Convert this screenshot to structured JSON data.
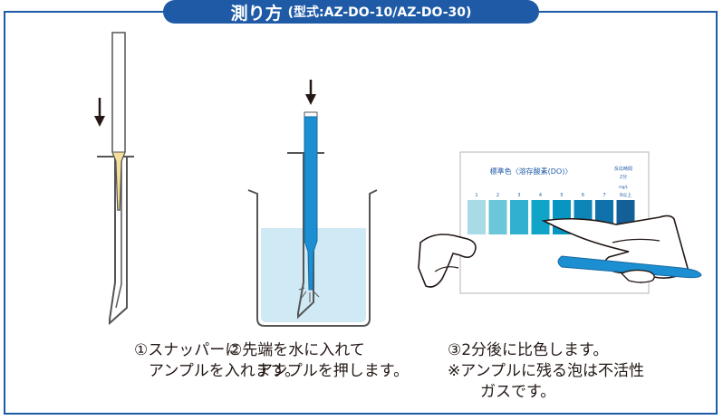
{
  "title": {
    "main": "測り方",
    "sub": "(型式:AZ-DO-10/AZ-DO-30)"
  },
  "chart_card": {
    "heading": "標準色〈溶存酸素(DO)〉",
    "note_line1": "反応時間",
    "note_line2": "2分",
    "unit": "mg/L",
    "numbers": [
      "1",
      "2",
      "3",
      "4",
      "5",
      "6",
      "7",
      "9以上"
    ],
    "swatch_colors": [
      "#a9dbe6",
      "#6ac6d9",
      "#31b1cf",
      "#10a4c9",
      "#0796c2",
      "#0d85b9",
      "#0f72ab",
      "#145f98"
    ]
  },
  "steps": [
    {
      "line1": "①スナッパーに",
      "line2": "アンプルを入れます。"
    },
    {
      "line1": "②先端を水に入れて",
      "line2": "アンプルを押します。"
    },
    {
      "line1": "③2分後に比色します。",
      "line2": "※アンプルに残る泡は不活性",
      "line3": "ガスです。"
    }
  ],
  "colors": {
    "frame": "#1f5aa6",
    "ampoule_blue": "#1b8fd1",
    "water": "#cfe9f5"
  }
}
